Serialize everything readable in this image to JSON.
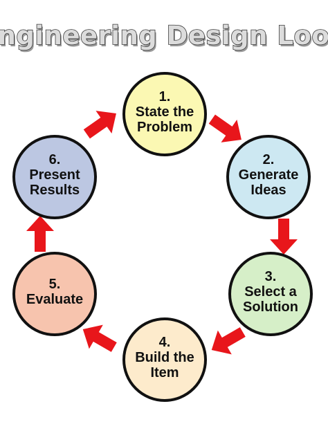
{
  "title": "Engineering Design Loop",
  "colors": {
    "arrow": "#e8161b",
    "outline": "#111111"
  },
  "steps": [
    {
      "lines": [
        "1.",
        "State the",
        "Problem"
      ],
      "fill": "#fbf8b3"
    },
    {
      "lines": [
        "2.",
        "Generate",
        "Ideas"
      ],
      "fill": "#cde8f2"
    },
    {
      "lines": [
        "3.",
        "Select a",
        "Solution"
      ],
      "fill": "#d6efc8"
    },
    {
      "lines": [
        "4.",
        "Build the",
        "Item"
      ],
      "fill": "#fdebcc"
    },
    {
      "lines": [
        "5.",
        "Evaluate"
      ],
      "fill": "#f7c4ae"
    },
    {
      "lines": [
        "6.",
        "Present",
        "Results"
      ],
      "fill": "#bcc7e2"
    }
  ]
}
